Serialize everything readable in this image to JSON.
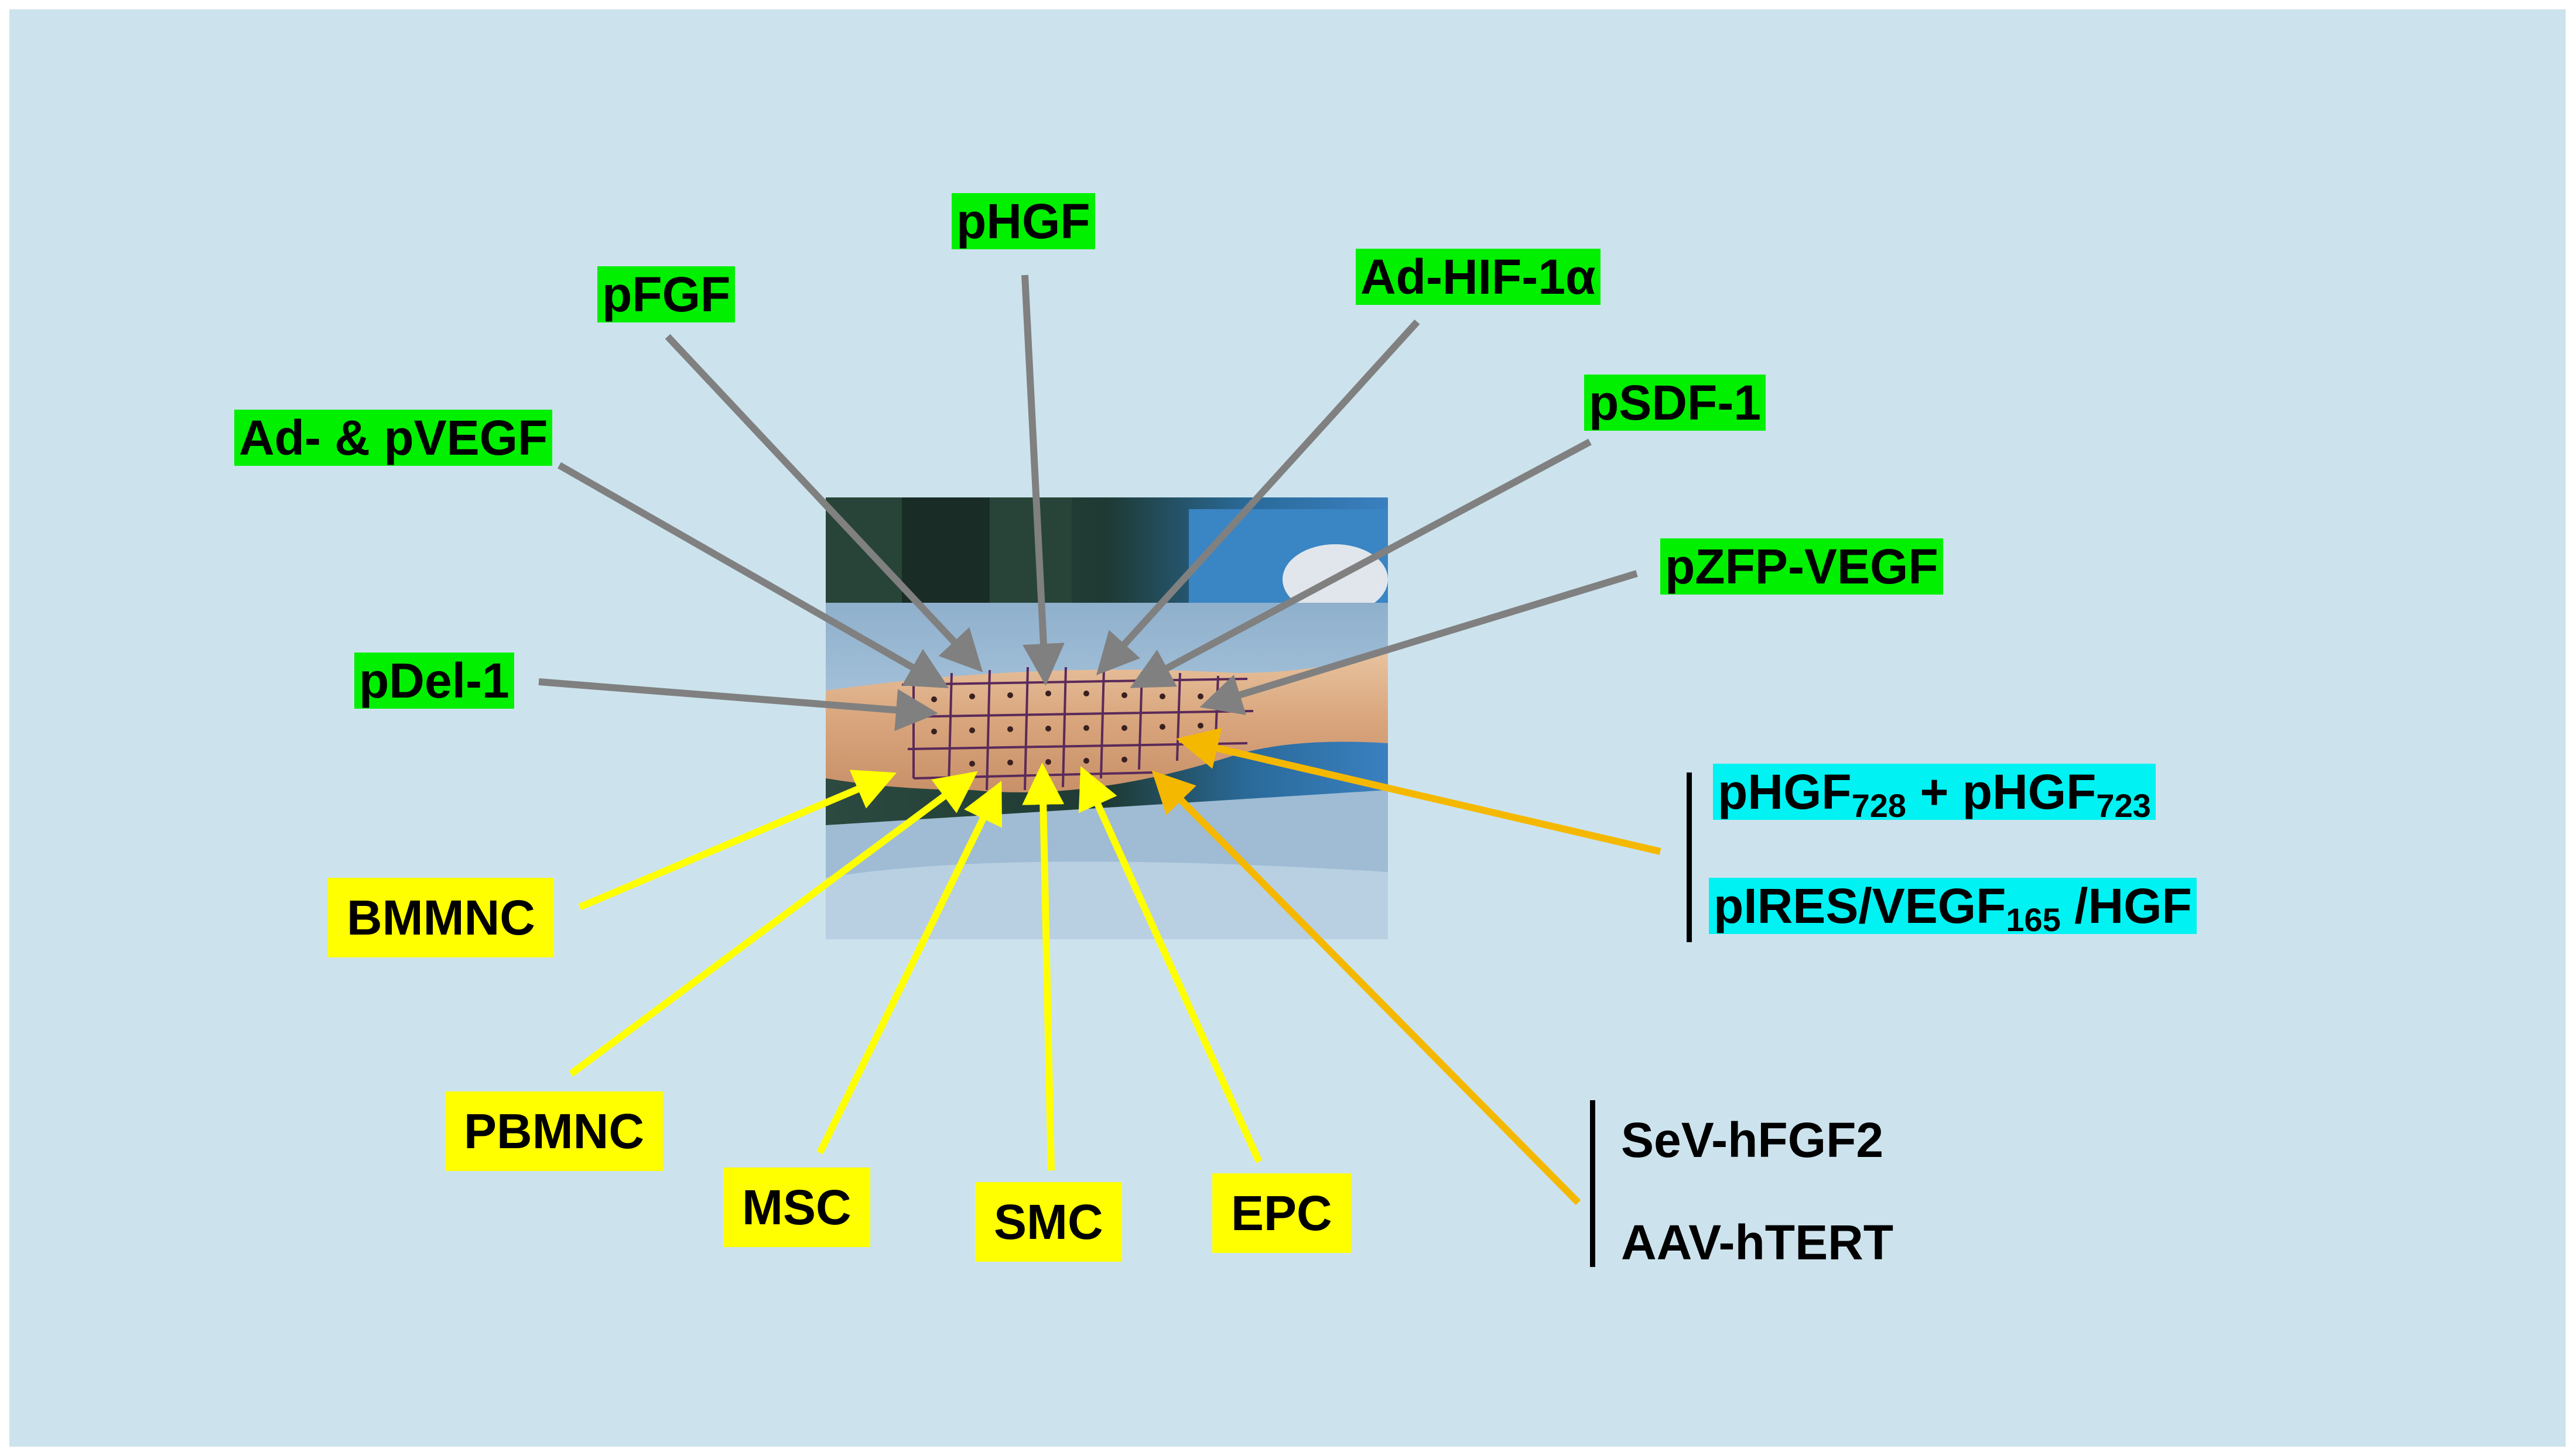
{
  "gene_labels": [
    {
      "id": "pdel1",
      "text": "pDel-1"
    },
    {
      "id": "advegf",
      "text": "Ad- & pVEGF"
    },
    {
      "id": "pfgf",
      "text": "pFGF"
    },
    {
      "id": "phgf",
      "text": "pHGF"
    },
    {
      "id": "adhif",
      "text": "Ad-HIF-1α"
    },
    {
      "id": "psdf",
      "text": "pSDF-1"
    },
    {
      "id": "pzfp",
      "text": "pZFP-VEGF"
    }
  ],
  "cell_labels": [
    {
      "id": "bmmnc",
      "text": "BMMNC"
    },
    {
      "id": "pbmnc",
      "text": "PBMNC"
    },
    {
      "id": "msc",
      "text": "MSC"
    },
    {
      "id": "smc",
      "text": "SMC"
    },
    {
      "id": "epc",
      "text": "EPC"
    }
  ],
  "combo_group": {
    "line1": {
      "a": "pHGF",
      "a_sub": "728",
      "mid": " + pHGF",
      "b_sub": "723"
    },
    "line2": {
      "a": "pIRES/VEGF",
      "a_sub": "165",
      "b": " /HGF"
    }
  },
  "vector_group": {
    "line1": "SeV-hFGF2",
    "line2": "AAV-hTERT"
  },
  "colors": {
    "background": "#cce3ed",
    "gene_box": "#00f000",
    "cell_box": "#ffff00",
    "combo_box": "#00f2f2",
    "gene_arrow": "#808080",
    "cell_arrow": "#ffff00",
    "combo_arrow": "#f5b800"
  }
}
